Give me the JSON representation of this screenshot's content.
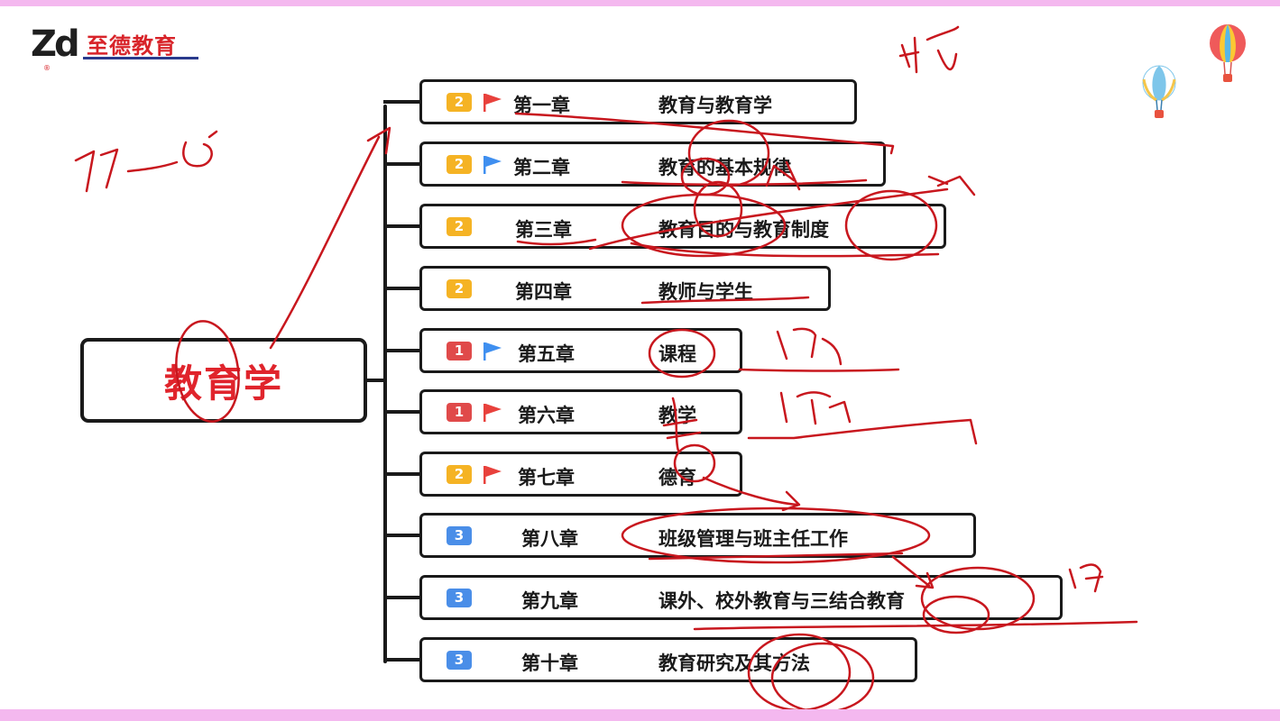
{
  "logo": {
    "mark": "Zd",
    "name": "至德教育",
    "small": "®"
  },
  "root": {
    "label": "教育学"
  },
  "chapters": [
    {
      "badge": "2",
      "badge_color": "#f5b324",
      "flag": "red",
      "chapter": "第一章",
      "title": "教育与教育学"
    },
    {
      "badge": "2",
      "badge_color": "#f5b324",
      "flag": "blue",
      "chapter": "第二章",
      "title": "教育的基本规律"
    },
    {
      "badge": "2",
      "badge_color": "#f5b324",
      "flag": "none",
      "chapter": "第三章",
      "title": "教育目的与教育制度"
    },
    {
      "badge": "2",
      "badge_color": "#f5b324",
      "flag": "none",
      "chapter": "第四章",
      "title": "教师与学生"
    },
    {
      "badge": "1",
      "badge_color": "#e04a4a",
      "flag": "blue",
      "chapter": "第五章",
      "title": "课程"
    },
    {
      "badge": "1",
      "badge_color": "#e04a4a",
      "flag": "red",
      "chapter": "第六章",
      "title": "教学"
    },
    {
      "badge": "2",
      "badge_color": "#f5b324",
      "flag": "red",
      "chapter": "第七章",
      "title": "德育"
    },
    {
      "badge": "3",
      "badge_color": "#4a8ee8",
      "flag": "none",
      "chapter": "第八章",
      "title": "班级管理与班主任工作"
    },
    {
      "badge": "3",
      "badge_color": "#4a8ee8",
      "flag": "none",
      "chapter": "第九章",
      "title": "课外、校外教育与三结合教育"
    },
    {
      "badge": "3",
      "badge_color": "#4a8ee8",
      "flag": "none",
      "chapter": "第十章",
      "title": "教育研究及其方法"
    }
  ],
  "colors": {
    "flag_red": "#e8413c",
    "flag_blue": "#3f8ff0",
    "ink": "#c8171e",
    "band": "#f4b8ef"
  }
}
